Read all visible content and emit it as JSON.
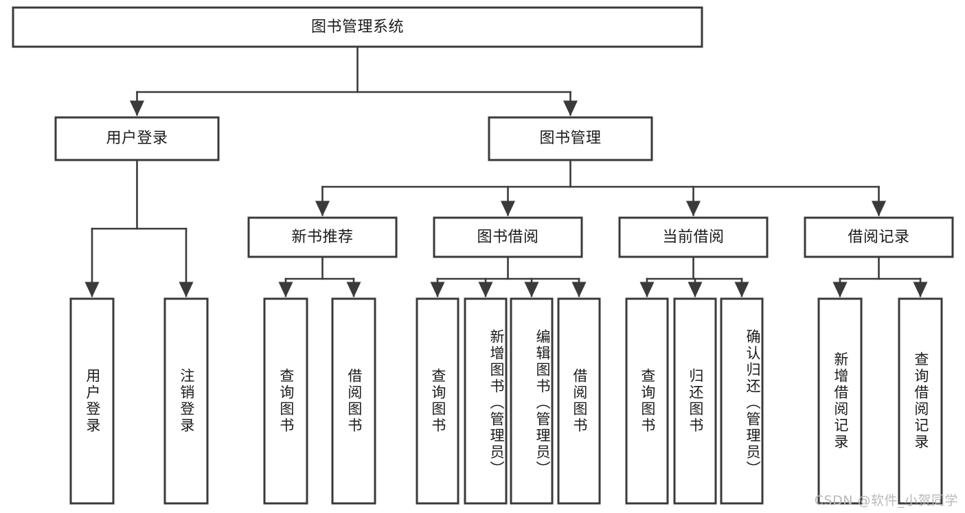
{
  "diagram": {
    "title": "图书管理系统",
    "type": "tree-hierarchy-diagram",
    "colors": {
      "box_stroke": "#3a3a3a",
      "box_fill": "#ffffff",
      "connector": "#3a3a3a",
      "text": "#1b1b1b",
      "watermark": "#b9b9b9",
      "background": "#ffffff"
    },
    "root": {
      "label": "图书管理系统"
    },
    "level2": [
      {
        "label": "用户登录"
      },
      {
        "label": "图书管理"
      }
    ],
    "level3": [
      {
        "label": "新书推荐"
      },
      {
        "label": "图书借阅"
      },
      {
        "label": "当前借阅"
      },
      {
        "label": "借阅记录"
      }
    ],
    "leaves": {
      "user_login": [
        {
          "label": "用户登录"
        },
        {
          "label": "注销登录"
        }
      ],
      "new_book_recommend": [
        {
          "label": "查询图书"
        },
        {
          "label": "借阅图书"
        }
      ],
      "book_borrow": [
        {
          "label": "查询图书"
        },
        {
          "label": "新增图书（管理员）"
        },
        {
          "label": "编辑图书（管理员）"
        },
        {
          "label": "借阅图书"
        }
      ],
      "current_borrow": [
        {
          "label": "查询图书"
        },
        {
          "label": "归还图书"
        },
        {
          "label": "确认归还（管理员）"
        }
      ],
      "borrow_records": [
        {
          "label": "新增借阅记录"
        },
        {
          "label": "查询借阅记录"
        }
      ]
    },
    "watermark": "CSDN @软件_小贺同学"
  }
}
